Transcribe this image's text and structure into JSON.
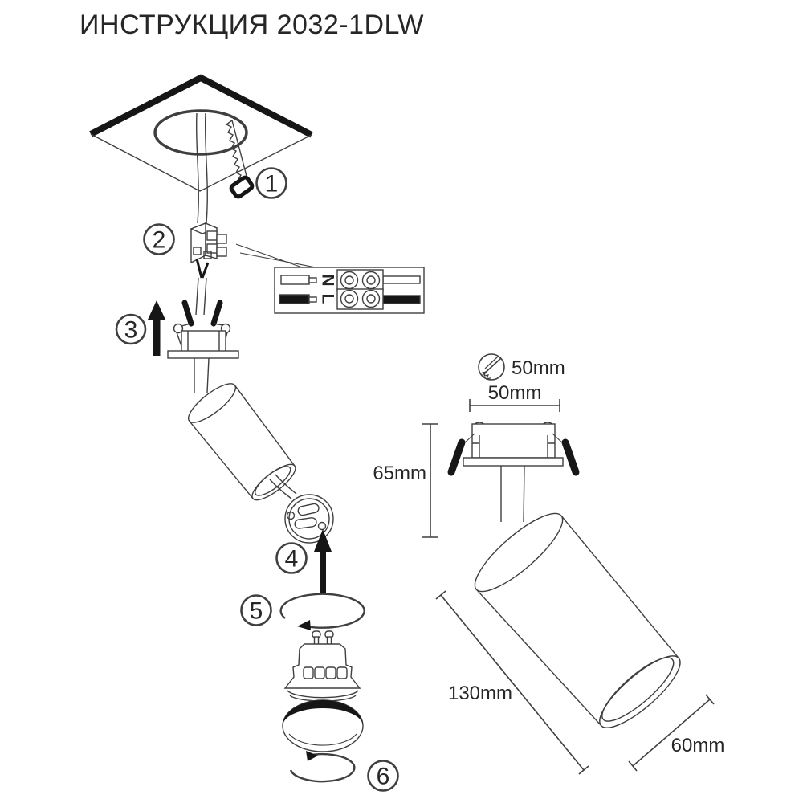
{
  "title": "ИНСТРУКЦИЯ 2032-1DLW",
  "steps": [
    {
      "number": "1",
      "action": "cut-ceiling-hole-with-saw"
    },
    {
      "number": "2",
      "action": "connect-wires-to-terminal-block"
    },
    {
      "number": "3",
      "action": "push-fixture-springs-into-hole"
    },
    {
      "number": "4",
      "action": "insert-gu10-socket-into-body"
    },
    {
      "number": "5",
      "action": "twist-in-gu10-bulb"
    },
    {
      "number": "6",
      "action": "twist-on-trim-ring"
    }
  ],
  "wiring": {
    "neutral_label": "N",
    "live_label": "L"
  },
  "dimensions": {
    "drill_hole": "50mm",
    "cutout_width": "50mm",
    "recess_depth": "65mm",
    "body_length": "130mm",
    "body_diameter": "60mm"
  },
  "colors": {
    "line": "#3f3f3f",
    "ink": "#161616",
    "background": "#ffffff"
  }
}
